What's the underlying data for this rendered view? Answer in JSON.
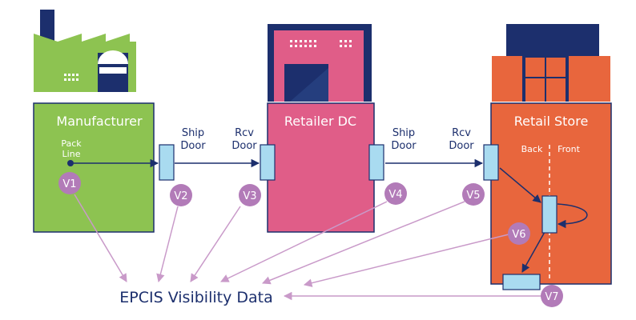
{
  "nodes": {
    "manufacturer": {
      "title": "Manufacturer",
      "pack_line": [
        "Pack",
        "Line"
      ],
      "color": "#8dc351"
    },
    "retailer_dc": {
      "title": "Retailer DC",
      "color": "#e05d88"
    },
    "retail_store": {
      "title": "Retail Store",
      "back": "Back",
      "front": "Front",
      "color": "#e8663d"
    }
  },
  "doors": {
    "ship_1": [
      "Ship",
      "Door"
    ],
    "rcv_1": [
      "Rcv",
      "Door"
    ],
    "ship_2": [
      "Ship",
      "Door"
    ],
    "rcv_2": [
      "Rcv",
      "Door"
    ]
  },
  "events": [
    "V1",
    "V2",
    "V3",
    "V4",
    "V5",
    "V6",
    "V7"
  ],
  "sink": {
    "label": "EPCIS Visibility Data"
  },
  "colors": {
    "navy": "#1c2f6d",
    "door": "#a9dbf0",
    "event_badge": "#b27bb8",
    "event_arrow": "#c99ac9"
  }
}
